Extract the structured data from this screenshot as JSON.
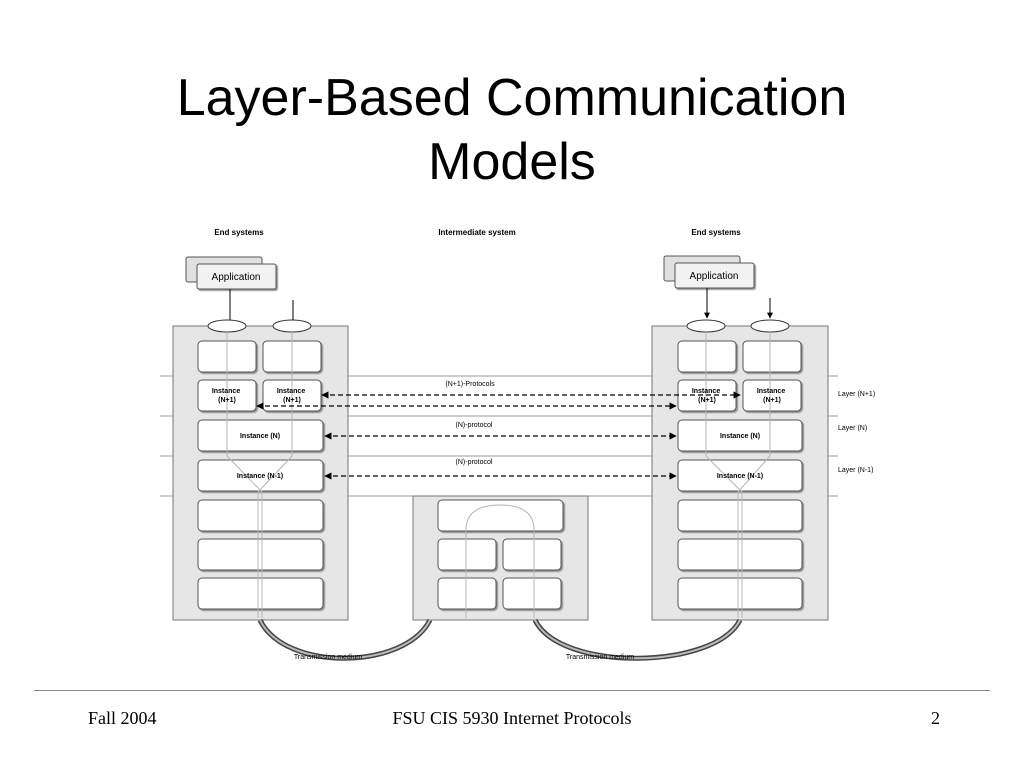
{
  "slide": {
    "title_line1": "Layer-Based Communication",
    "title_line2": "Models"
  },
  "diagram": {
    "headings": {
      "left": "End systems",
      "middle": "Intermediate system",
      "right": "End systems"
    },
    "application_label": "Application",
    "instance_n_plus_1": [
      "Instance",
      "(N+1)"
    ],
    "instance_n": "Instance (N)",
    "instance_n_minus_1": "Instance (N-1)",
    "protocol_labels": {
      "n_plus_1": "(N+1)-Protocols",
      "n": "(N)-protocol",
      "n_minus_1": "(N)-protocol"
    },
    "layer_labels": {
      "n_plus_1": "Layer (N+1)",
      "n": "Layer (N)",
      "n_minus_1": "Layer (N-1)"
    },
    "transmission_label": "Transmission medium"
  },
  "footer": {
    "left": "Fall 2004",
    "center": "FSU CIS 5930 Internet Protocols",
    "right": "2"
  }
}
